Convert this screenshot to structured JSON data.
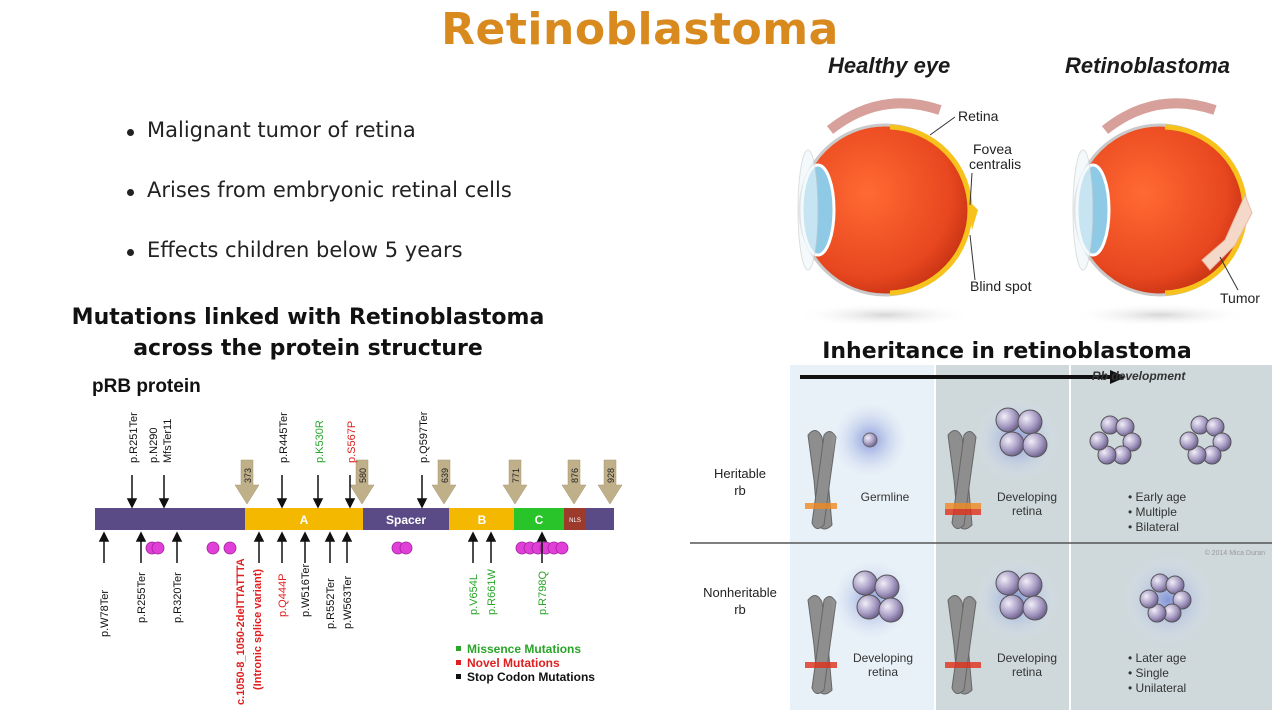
{
  "slide": {
    "title": "Retinoblastoma",
    "bullets": [
      "Malignant tumor of retina",
      "Arises from embryonic retinal cells",
      "Effects children below 5 years"
    ],
    "mutations_heading": "Mutations linked with Retinoblastoma across the protein structure",
    "inheritance_heading": "Inheritance in retinoblastoma"
  },
  "eye_figure": {
    "healthy_label": "Healthy eye",
    "retinoblastoma_label": "Retinoblastoma",
    "callouts": [
      "Retina",
      "Fovea",
      "centralis",
      "Blind spot",
      "Tumor"
    ],
    "colors": {
      "eyeball": "#e8471f",
      "retina": "#f6c21b",
      "lens": "#8ec9e6"
    }
  },
  "protein_figure": {
    "title": "pRB protein",
    "domain_labels": [
      "A",
      "Spacer",
      "B",
      "C",
      "NLS"
    ],
    "positions": [
      "373",
      "580",
      "639",
      "771",
      "876",
      "928"
    ],
    "mutations_top": [
      {
        "label": "p.R251Ter",
        "type": "stop"
      },
      {
        "label": "p.N290",
        "type": "stop"
      },
      {
        "label": "MfsTer11",
        "type": "stop"
      },
      {
        "label": "p.R445Ter",
        "type": "stop"
      },
      {
        "label": "p.K530R",
        "type": "missense"
      },
      {
        "label": "p.S567P",
        "type": "novel"
      },
      {
        "label": "p.Q597Ter",
        "type": "stop"
      }
    ],
    "mutations_bottom": [
      {
        "label": "p.W78Ter",
        "type": "stop"
      },
      {
        "label": "p.R255Ter",
        "type": "stop"
      },
      {
        "label": "p.R320Ter",
        "type": "stop"
      },
      {
        "label": "c.1050-8_1050-2delTTATTTA",
        "type": "novel"
      },
      {
        "label": "(Intronic splice variant)",
        "type": "novel"
      },
      {
        "label": "p.Q444P",
        "type": "novel"
      },
      {
        "label": "p.W516Ter",
        "type": "stop"
      },
      {
        "label": "p.R552Ter",
        "type": "stop"
      },
      {
        "label": "p.W563Ter",
        "type": "stop"
      },
      {
        "label": "p.V654L",
        "type": "missense"
      },
      {
        "label": "p.R661W",
        "type": "missense"
      },
      {
        "label": "p.R798Q",
        "type": "missense"
      }
    ],
    "legend": [
      "Missence Mutations",
      "Novel Mutations",
      "Stop Codon Mutations"
    ],
    "colors": {
      "missense": "#2aa52a",
      "novel": "#e02020",
      "stop": "#111111",
      "domain_main": "#5a4b86",
      "domain_ab": "#f5b800",
      "domain_c": "#29c429",
      "domain_nls": "#9c3b2b",
      "lollipop": "#e040d8",
      "arrow": "#c0b08a"
    }
  },
  "inheritance_figure": {
    "arrow_label": "Rb development",
    "row_labels": [
      {
        "line1": "Heritable",
        "line2": "rb"
      },
      {
        "line1": "Nonheritable",
        "line2": "rb"
      }
    ],
    "cells": {
      "germline": "Germline",
      "developing_1": "Developing",
      "developing_2": "retina"
    },
    "heritable_notes": [
      "• Early age",
      "• Multiple",
      "• Bilateral"
    ],
    "nonheritable_notes": [
      "• Later age",
      "• Single",
      "• Unilateral"
    ],
    "copyright": "© 2014 Mica Duran"
  }
}
